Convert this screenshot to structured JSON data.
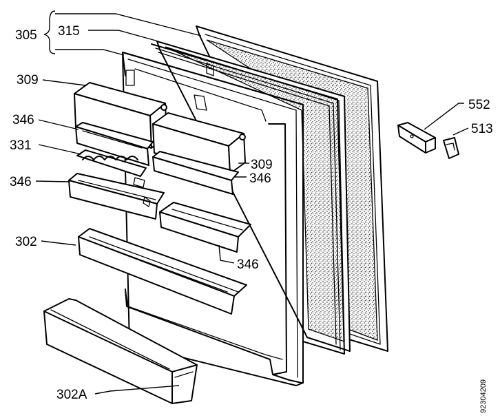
{
  "labels": {
    "l305": "305",
    "l315": "315",
    "l309a": "309",
    "l346a": "346",
    "l331": "331",
    "l346b": "346",
    "l302": "302",
    "l309b": "309",
    "l346c": "346",
    "l346d": "346",
    "l302a": "302A",
    "l552": "552",
    "l513": "513",
    "drawing_no": "92304209"
  },
  "colors": {
    "line": "#000000",
    "background": "#ffffff",
    "foam": "#8a8a8a"
  }
}
